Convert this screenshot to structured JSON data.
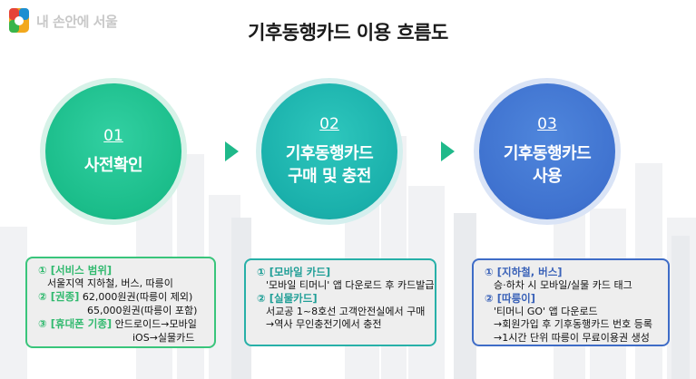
{
  "logo": {
    "text": "내 손안에 서울"
  },
  "title": "기후동행카드 이용 흐름도",
  "steps": [
    {
      "num": "01",
      "label_1": "사전확인",
      "label_2": ""
    },
    {
      "num": "02",
      "label_1": "기후동행카드",
      "label_2": "구매 및 충전"
    },
    {
      "num": "03",
      "label_1": "기후동행카드",
      "label_2": "사용"
    }
  ],
  "box1": {
    "h1": "① [서비스 범위]",
    "l1": "서울지역 지하철, 버스, 따릉이",
    "h2": "② [권종]",
    "l2": "62,000원권(따릉이 제외)",
    "l3": "65,000원권(따릉이 포함)",
    "h3": "③ [휴대폰 기종]",
    "l4": "안드로이드→모바일",
    "l5": "iOS→실물카드"
  },
  "box2": {
    "h1": "① [모바일 카드]",
    "l1": "'모바일 티머니' 앱 다운로드 후 카드발급",
    "h2": "② [실물카드]",
    "l2": "서교공 1~8호선 고객안전실에서 구매",
    "l3": "→역사 무인충전기에서 충전"
  },
  "box3": {
    "h1": "① [지하철, 버스]",
    "l1": "승·하차 시 모바일/실물 카드 태그",
    "h2": "② [따릉이]",
    "l2": "'티머니 GO' 앱 다운로드",
    "l3": "→회원가입 후 기후동행카드 번호 등록",
    "l4": "→1시간 단위 따릉이 무료이용권 생성"
  },
  "colors": {
    "step1": "#1bbd8a",
    "step2": "#1ab0ab",
    "step3": "#3f72cf",
    "arrow": "#1fb98a"
  },
  "icons": [
    "seoul-logo-icon",
    "arrow-right-icon"
  ]
}
